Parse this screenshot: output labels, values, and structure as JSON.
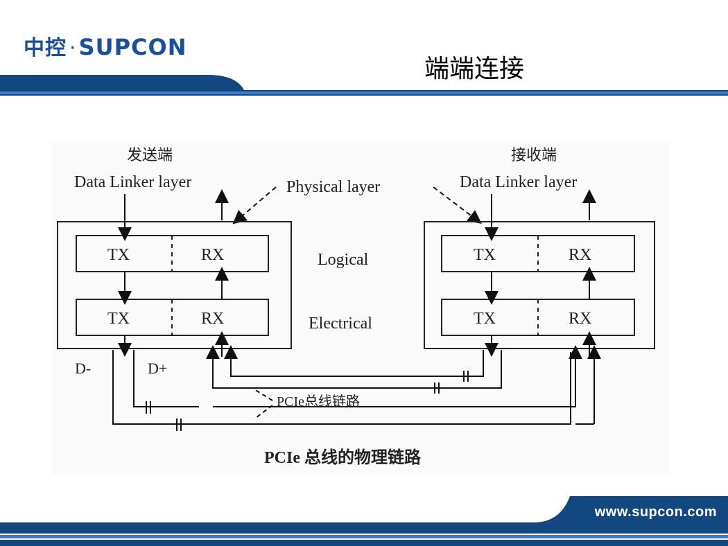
{
  "header": {
    "logo_cn": "中控",
    "logo_en": "SUPCON",
    "title": "端端连接"
  },
  "diagram": {
    "sender_label": "发送端",
    "receiver_label": "接收端",
    "sender_layer": "Data Linker layer",
    "receiver_layer": "Data Linker layer",
    "physical_layer": "Physical layer",
    "logical_label": "Logical",
    "electrical_label": "Electrical",
    "tx": "TX",
    "rx": "RX",
    "d_minus": "D-",
    "d_plus": "D+",
    "link_label": "PCIe总线链路",
    "caption": "PCIe 总线的物理链路"
  },
  "footer": {
    "website": "www.supcon.com"
  },
  "colors": {
    "brand_blue": "#1a4f9c",
    "band_dark": "#12477f",
    "band_light": "#2a6cb5"
  }
}
